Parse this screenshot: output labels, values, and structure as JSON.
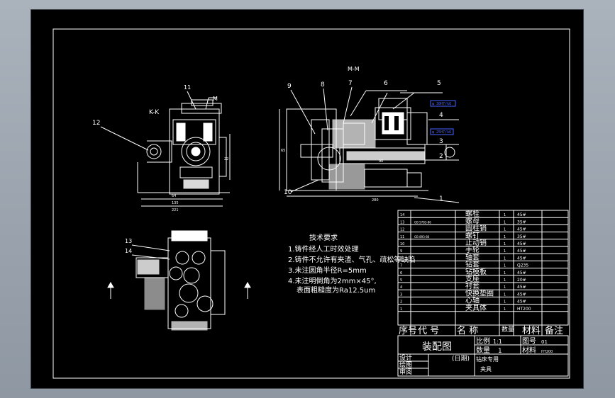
{
  "views": {
    "kk": {
      "label": "K-K",
      "callouts": [
        "11",
        "M",
        "12"
      ],
      "dims": [
        "64",
        "22",
        "135",
        "221"
      ]
    },
    "mm": {
      "label": "M-M",
      "callouts": [
        "9",
        "8",
        "7",
        "6",
        "5",
        "4",
        "3",
        "2",
        "1",
        "10"
      ],
      "dims": [
        "280",
        "65",
        "90"
      ]
    },
    "bottom": {
      "callouts": [
        "13",
        "14"
      ]
    }
  },
  "tolerances": [
    "φ 30H7/k6",
    "φ 25H7/k6"
  ],
  "tech_requirements": {
    "title": "技术要求",
    "items": [
      "1.铸件经人工时效处理",
      "2.铸件不允许有夹渣、气孔、疏松等缺陷",
      "3.未注圆角半径R=5mm",
      "4.未注明倒角为2mm×45°,",
      "表面粗糙度为Ra12.5um"
    ]
  },
  "bom": {
    "rows": [
      {
        "no": "14",
        "code": "",
        "name": "螺栓",
        "qty": "1",
        "material": "45#"
      },
      {
        "no": "13",
        "code": "GB 5783-86",
        "name": "螺母",
        "qty": "1",
        "material": "35#"
      },
      {
        "no": "12",
        "code": "",
        "name": "圆柱销",
        "qty": "1",
        "material": "45#"
      },
      {
        "no": "11",
        "code": "GB 893-86",
        "name": "螺钉",
        "qty": "1",
        "material": "35#"
      },
      {
        "no": "10",
        "code": "",
        "name": "止动销",
        "qty": "1",
        "material": "45#"
      },
      {
        "no": "9",
        "code": "",
        "name": "手轮",
        "qty": "1",
        "material": "45#"
      },
      {
        "no": "8",
        "code": "",
        "name": "轴套",
        "qty": "1",
        "material": "45#"
      },
      {
        "no": "7",
        "code": "",
        "name": "钻套",
        "qty": "1",
        "material": "Q235"
      },
      {
        "no": "6",
        "code": "",
        "name": "钻模板",
        "qty": "1",
        "material": "45#"
      },
      {
        "no": "5",
        "code": "",
        "name": "支座",
        "qty": "1",
        "material": "20#"
      },
      {
        "no": "4",
        "code": "",
        "name": "衬套",
        "qty": "1",
        "material": "45#"
      },
      {
        "no": "3",
        "code": "",
        "name": "快换垫圈",
        "qty": "1",
        "material": "45#"
      },
      {
        "no": "2",
        "code": "",
        "name": "心轴",
        "qty": "1",
        "material": "45#"
      },
      {
        "no": "1",
        "code": "",
        "name": "夹具体",
        "qty": "1",
        "material": "HT200"
      }
    ],
    "header": {
      "seq": "序号",
      "code": "代 号",
      "name": "名 称",
      "qty": "数量",
      "material": "材料",
      "remark": "备注"
    }
  },
  "title_block": {
    "drawing_name": "装配图",
    "scale_label": "比例",
    "scale_value": "1:1",
    "drawing_no_label": "图号",
    "drawing_no_value": "01",
    "qty_label": "数量",
    "qty_value": "1",
    "material_label": "材料",
    "material_value": "HT200",
    "date_label": "(日期)",
    "design": "设计",
    "draw": "绘图",
    "review": "审阅",
    "subject_1": "钻床专用",
    "subject_2": "夹具"
  }
}
